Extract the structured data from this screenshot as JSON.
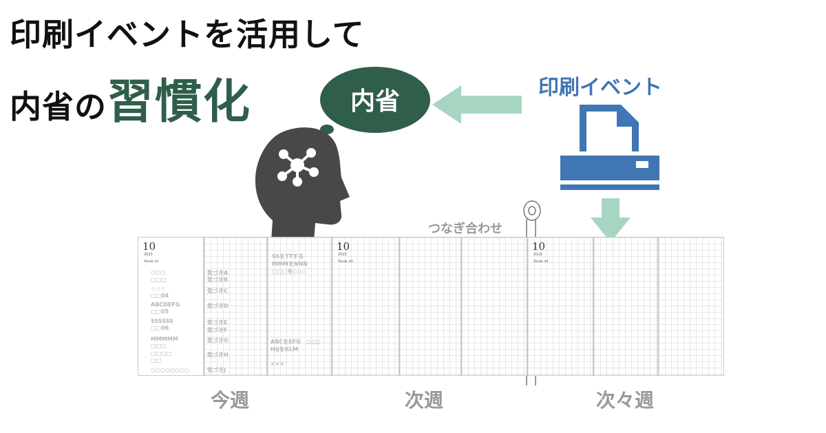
{
  "title": {
    "line1": "印刷イベントを活用して",
    "line2_prefix": "内省の",
    "line2_highlight": "習慣化"
  },
  "bubble": {
    "text": "内省"
  },
  "print_event": {
    "label": "印刷イベント"
  },
  "tape": {
    "label": "つなぎ合わせ"
  },
  "weeks": [
    {
      "label": "今週"
    },
    {
      "label": "次週"
    },
    {
      "label": "次々週"
    }
  ],
  "planner": {
    "month": "10",
    "year": "2023",
    "week1": "Week 41",
    "week2": "Week 44",
    "week3": "Week 44",
    "notes_left": [
      "○○○",
      "□□□",
      "☆☆☆",
      "□□04",
      "ABCDEFG",
      "□□05",
      "SSSSSS",
      "□□06",
      "MMMMM",
      "□□□",
      "□□□□",
      "□□",
      "○○○○○○○○"
    ],
    "notes_mid": [
      "気づきA",
      "気づきB",
      "気づきC",
      "気づきD",
      "気づきE",
      "気づきF",
      "気づきG",
      "気づきH",
      "気づきJ"
    ],
    "notes_right_top": [
      "SSをTTする",
      "MMMをNNN",
      "□□□を◇◇◇"
    ],
    "notes_right_bottom": [
      "ABCをEFG　○○○",
      "HIJをKLM",
      "×××"
    ]
  },
  "colors": {
    "green": "#2f5e4a",
    "light_green": "#a8d5c2",
    "blue": "#3f76b3",
    "gray_icon": "#484848",
    "label_gray": "#999999"
  },
  "icons": {
    "head": "head-network-icon",
    "printer": "printer-icon",
    "tape": "tape-roll-icon"
  }
}
